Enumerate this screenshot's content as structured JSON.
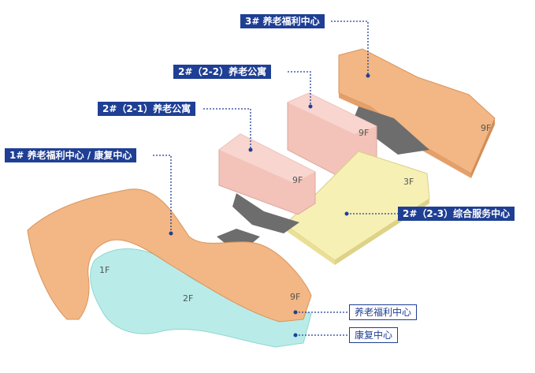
{
  "labels": {
    "b3": "3# 养老福利中心",
    "b22": "2#（2-2）养老公寓",
    "b21": "2#（2-1）养老公寓",
    "b1": "1# 养老福利中心 / 康复中心",
    "b23": "2#（2-3）综合服务中心",
    "legend_welfare": "养老福利中心",
    "legend_rehab": "康复中心"
  },
  "floor_tags": {
    "b3": "9F",
    "b22": "9F",
    "b21": "9F",
    "b23": "3F",
    "b1_top": "9F",
    "b1_1f": "1F",
    "b1_2f": "2F"
  },
  "colors": {
    "orange": "#f2b784",
    "orange_side": "#e4a06a",
    "pink": "#f3c2b8",
    "pink_side": "#e6a79a",
    "yellow": "#f7f0b5",
    "cyan": "#b9ece8",
    "link": "#6d6d6d",
    "label_bg": "#1f3f94"
  }
}
